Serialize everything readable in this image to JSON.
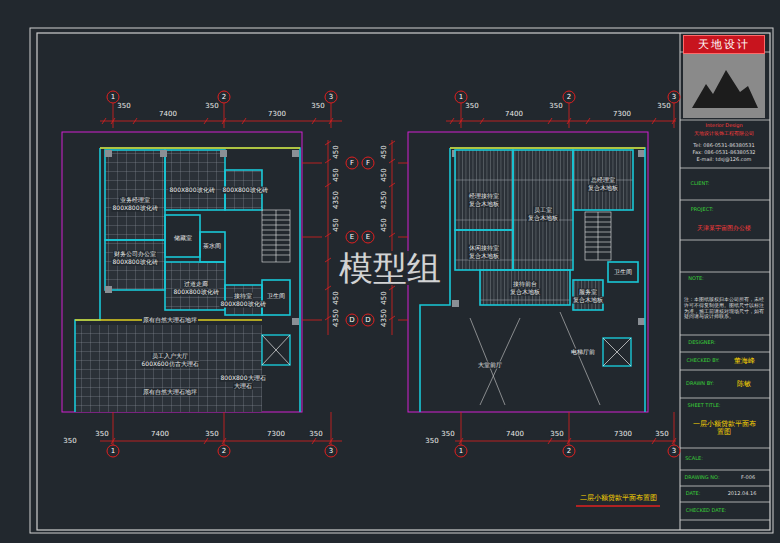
{
  "diagram": {
    "title": "二层小额贷款平面布置图",
    "nodes": [
      {
        "text": [
          "天地设计"
        ]
      }
    ],
    "labels": [
      "350",
      "7400",
      "350",
      "7300",
      "350",
      "1",
      "2",
      "3",
      "350",
      "7400",
      "350",
      "7300",
      "350",
      "1",
      "2",
      "3",
      "350",
      "350",
      "7400",
      "350",
      "7300",
      "350",
      "1",
      "2",
      "3",
      "350",
      "350",
      "7400",
      "350",
      "7300",
      "350",
      "1",
      "2",
      "3",
      "F",
      "F",
      "E",
      "E",
      "D",
      "D",
      "450",
      "450",
      "4350",
      "450",
      "450",
      "4350",
      "450",
      "450",
      "4350",
      "450",
      "450",
      "4350",
      "800X800玻化砖",
      "800X800玻化砖",
      "业务经理室",
      "800X800玻化砖",
      "储藏室",
      "财务公司办公室",
      "800X800玻化砖",
      "茶水间",
      "过道走廊",
      "800X800玻化砖",
      "接待室",
      "800X800玻化砖",
      "卫生间",
      "原有自然大理石地坪",
      "员工入户大厅",
      "600X600仿古大理石",
      "原有自然大理石地坪",
      "800X800大理石",
      "大理石",
      "经理接待室",
      "复合木地板",
      "员工室",
      "复合木地板",
      "总经理室",
      "复合木地板",
      "休闲接待室",
      "复合木地板",
      "接待前台",
      "复合木地板",
      "服务室",
      "复合木地板",
      "卫生间",
      "大堂前厅",
      "电梯厅前",
      "模型组",
      "Interior Design",
      "天地设计装饰工程有限公司",
      "Tel: 086-0531-86380531",
      "Fax: 086-0531-86380532",
      "E-mail: tdsj@126.com",
      "CLIENT:",
      "PROJECT:",
      "天津某宇宙图办公楼",
      "NOTE:",
      "注：本图纸版权归本公司所有，未经许可不得复制使用。图纸尺寸以标注为准，施工前请核对现场尺寸，如有疑问请与设计师联系。",
      "DESIGNER:",
      "CHECKED BY:",
      "董海峰",
      "DRAWN BY:",
      "陈敏",
      "SHEET TITLE:",
      "一层小额贷款平面布置图",
      "SCALE:",
      "DRAWING NO:",
      "F-006",
      "DATE:",
      "2012.04.16",
      "CHECKED DATE:"
    ]
  }
}
